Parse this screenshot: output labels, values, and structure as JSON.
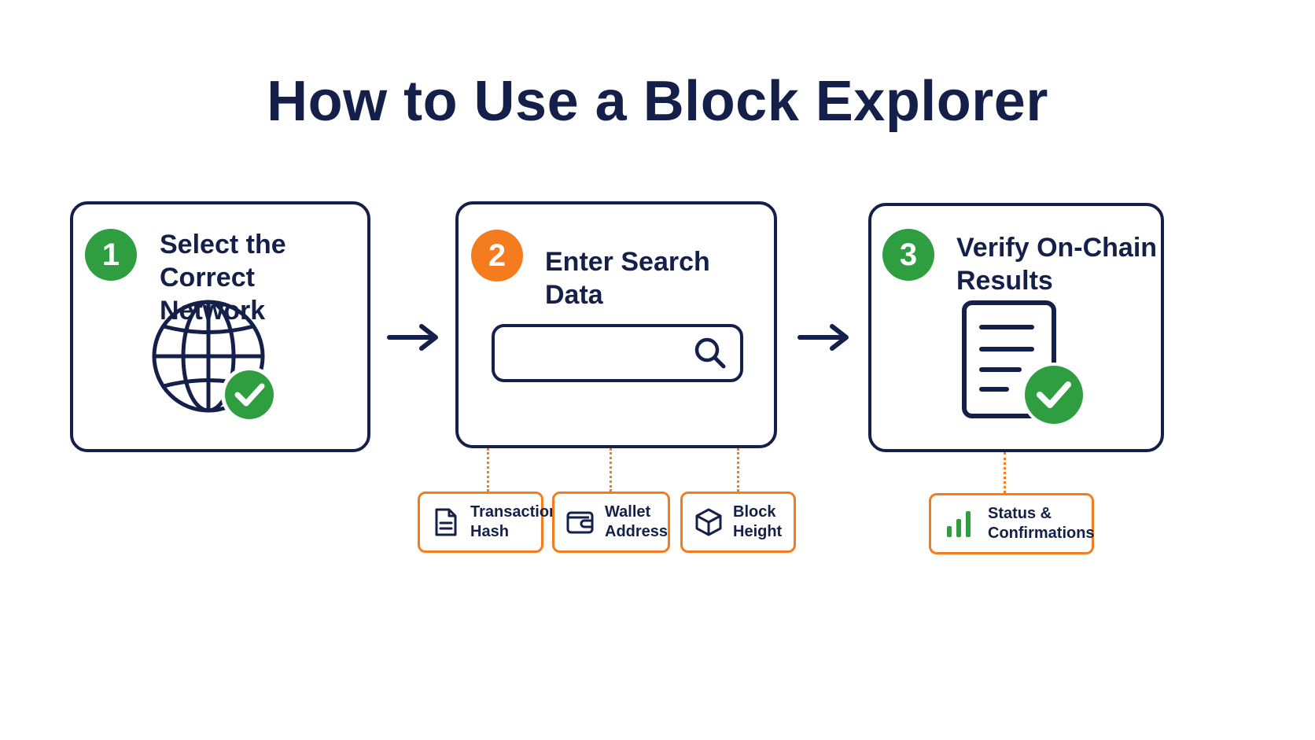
{
  "title": "How to Use a Block Explorer",
  "colors": {
    "navy": "#14204a",
    "green": "#2e9e41",
    "orange": "#f47c1f"
  },
  "steps": [
    {
      "number": "1",
      "title_lines": [
        "Select the",
        "Correct Network"
      ],
      "icon": "globe-check-icon"
    },
    {
      "number": "2",
      "title_lines": [
        "Enter Search Data"
      ],
      "icon": "search-icon"
    },
    {
      "number": "3",
      "title_lines": [
        "Verify On-Chain",
        "Results"
      ],
      "icon": "document-check-icon"
    }
  ],
  "search_inputs": [
    {
      "label_lines": [
        "Transaction",
        "Hash"
      ],
      "icon": "document-icon"
    },
    {
      "label_lines": [
        "Wallet",
        "Address"
      ],
      "icon": "wallet-icon"
    },
    {
      "label_lines": [
        "Block",
        "Height"
      ],
      "icon": "cube-icon"
    }
  ],
  "result_output": {
    "label_lines": [
      "Status &",
      "Confirmations"
    ],
    "icon": "bar-chart-icon"
  }
}
